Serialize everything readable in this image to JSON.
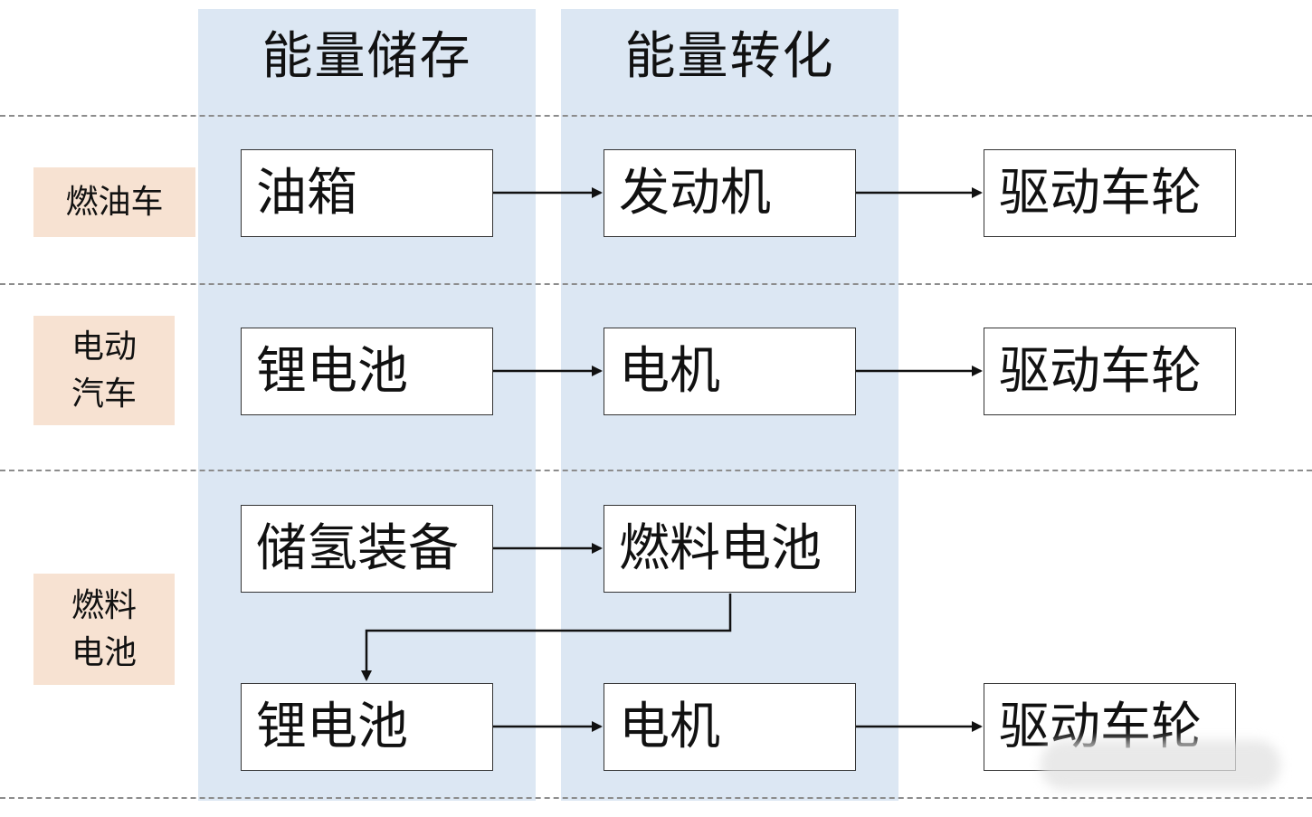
{
  "columns": {
    "storage": "能量储存",
    "conversion": "能量转化"
  },
  "rows": {
    "fuel_car": {
      "label": "燃油车",
      "storage": "油箱",
      "conversion": "发动机",
      "output": "驱动车轮"
    },
    "electric_car": {
      "label_line1": "电动",
      "label_line2": "汽车",
      "storage": "锂电池",
      "conversion": "电机",
      "output": "驱动车轮"
    },
    "fuel_cell": {
      "label_line1": "燃料",
      "label_line2": "电池",
      "storage_top": "储氢装备",
      "conversion_top": "燃料电池",
      "storage_bottom": "锂电池",
      "conversion_bottom": "电机",
      "output": "驱动车轮"
    }
  },
  "colors": {
    "column_band": "#dce7f3",
    "row_label_bg": "#f7e2d2",
    "divider": "#8c8c8c"
  }
}
